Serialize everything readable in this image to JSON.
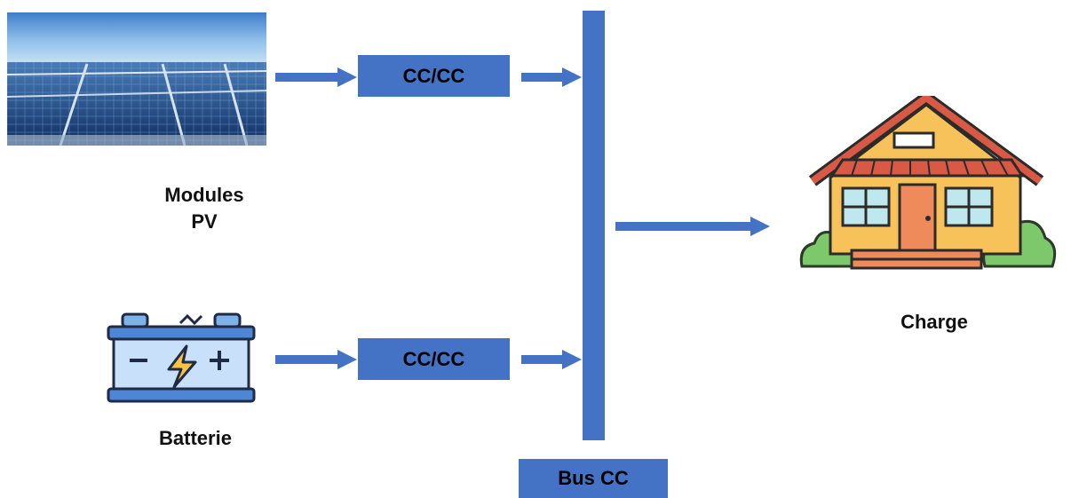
{
  "components": {
    "pv_label_line1": "Modules",
    "pv_label_line2": "PV",
    "battery_label": "Batterie",
    "load_label": "Charge"
  },
  "converters": [
    {
      "label": "CC/CC"
    },
    {
      "label": "CC/CC"
    }
  ],
  "bus": {
    "label": "Bus CC"
  },
  "colors": {
    "accent": "#4472c4",
    "text": "#111111"
  },
  "icons": [
    "solar-panel-icon",
    "battery-icon",
    "house-icon",
    "arrow-right-icon"
  ]
}
